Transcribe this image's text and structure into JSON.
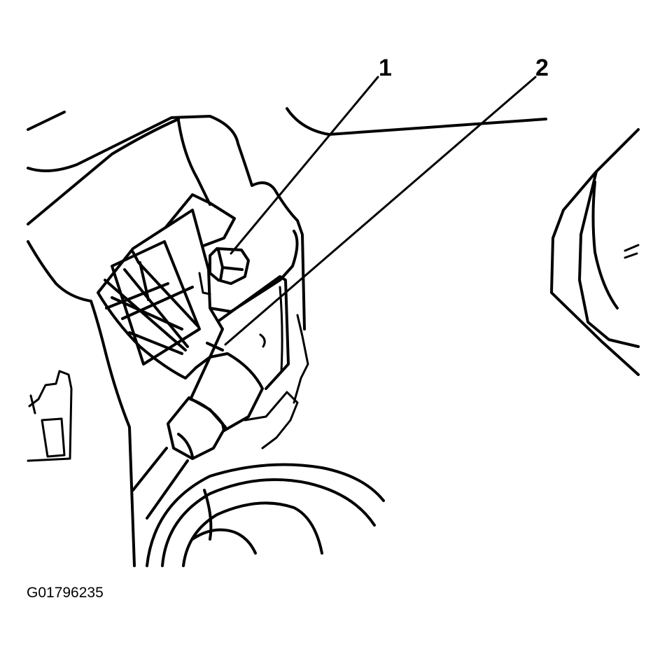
{
  "figure": {
    "callouts": [
      {
        "label": "1"
      },
      {
        "label": "2"
      }
    ],
    "figure_id": "G01796235"
  }
}
